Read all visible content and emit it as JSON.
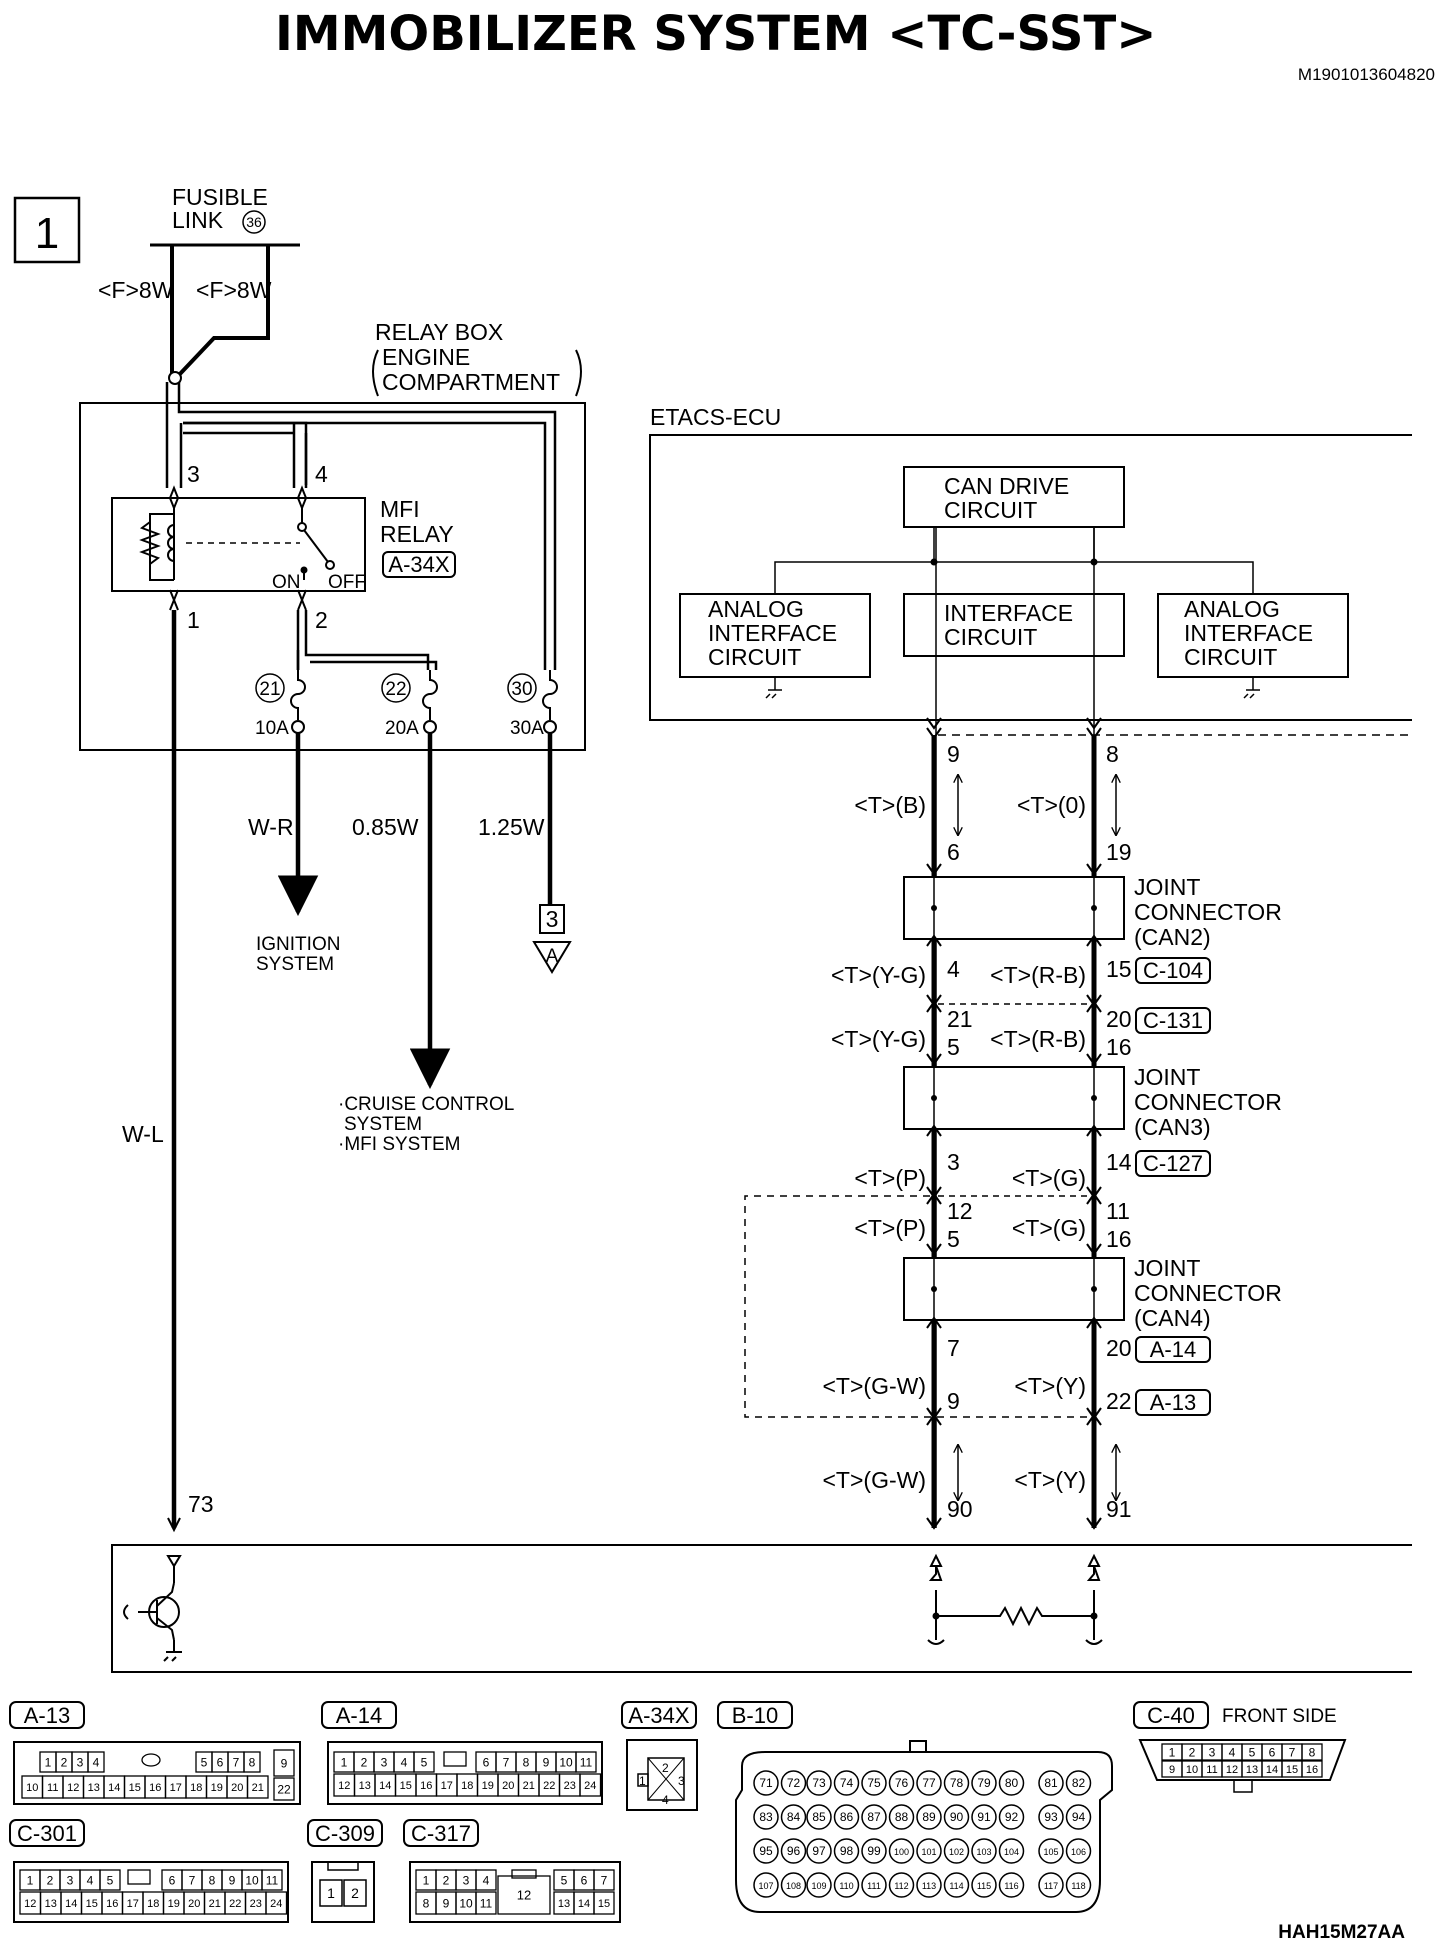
{
  "title": "IMMOBILIZER SYSTEM <TC-SST>",
  "doc_code": "M1901013604820",
  "figure_code": "HAH15M27AA",
  "page_no": "1",
  "fusible_link": {
    "line1": "FUSIBLE",
    "line2": "LINK",
    "num": "36"
  },
  "wires_top": [
    "<F>8W",
    "<F>8W"
  ],
  "relay_box": {
    "line1": "RELAY BOX",
    "line2": "ENGINE",
    "line3": "COMPARTMENT"
  },
  "mfi_relay": {
    "line1": "MFI",
    "line2": "RELAY",
    "conn": "A-34X",
    "on": "ON",
    "off": "OFF",
    "pins": [
      "3",
      "4",
      "1",
      "2"
    ]
  },
  "fuses": [
    {
      "num": "21",
      "amp": "10A",
      "wire": "W-R"
    },
    {
      "num": "22",
      "amp": "20A",
      "wire": "0.85W"
    },
    {
      "num": "30",
      "amp": "30A",
      "wire": "1.25W"
    }
  ],
  "ignition": {
    "line1": "IGNITION",
    "line2": "SYSTEM"
  },
  "cruise": {
    "line1": "·CRUISE CONTROL",
    "line2": "SYSTEM",
    "line3": "·MFI SYSTEM"
  },
  "ref_marker": {
    "num": "3",
    "letter": "A"
  },
  "wl_wire": "W-L",
  "pin73": "73",
  "etacs": {
    "label": "ETACS-ECU",
    "can_drive": {
      "line1": "CAN DRIVE",
      "line2": "CIRCUIT"
    },
    "analog_left": {
      "line1": "ANALOG",
      "line2": "INTERFACE",
      "line3": "CIRCUIT"
    },
    "interface": {
      "line1": "INTERFACE",
      "line2": "CIRCUIT"
    },
    "analog_right": {
      "line1": "ANALOG",
      "line2": "INTERFACE",
      "line3": "CIRCUIT"
    }
  },
  "joint_connectors": [
    {
      "line1": "JOINT",
      "line2": "CONNECTOR",
      "line3": "(CAN2)"
    },
    {
      "line1": "JOINT",
      "line2": "CONNECTOR",
      "line3": "(CAN3)"
    },
    {
      "line1": "JOINT",
      "line2": "CONNECTOR",
      "line3": "(CAN4)"
    }
  ],
  "left_wire_labels": [
    "<T>(B)",
    "<T>(Y-G)",
    "<T>(Y-G)",
    "<T>(P)",
    "<T>(P)",
    "<T>(G-W)",
    "<T>(G-W)"
  ],
  "right_wire_labels": [
    "<T>(0)",
    "<T>(R-B)",
    "<T>(R-B)",
    "<T>(G)",
    "<T>(G)",
    "<T>(Y)",
    "<T>(Y)"
  ],
  "left_pins": [
    "9",
    "6",
    "4",
    "21",
    "5",
    "3",
    "12",
    "5",
    "7",
    "9",
    "90"
  ],
  "right_pins": [
    "8",
    "19",
    "15",
    "20",
    "16",
    "14",
    "11",
    "16",
    "20",
    "22",
    "91"
  ],
  "connector_refs": [
    "C-104",
    "C-131",
    "C-127",
    "A-14",
    "A-13"
  ],
  "connectors": {
    "a13": {
      "name": "A-13",
      "top_a": [
        "1",
        "2",
        "3",
        "4"
      ],
      "top_b": [
        "5",
        "6",
        "7",
        "8"
      ],
      "top_c": "9",
      "bottom": [
        "10",
        "11",
        "12",
        "13",
        "14",
        "15",
        "16",
        "17",
        "18",
        "19",
        "20",
        "21"
      ],
      "bottom_last": "22"
    },
    "a14": {
      "name": "A-14",
      "top_a": [
        "1",
        "2",
        "3",
        "4",
        "5"
      ],
      "top_b": [
        "6",
        "7",
        "8",
        "9",
        "10",
        "11"
      ],
      "bottom": [
        "12",
        "13",
        "14",
        "15",
        "16",
        "17",
        "18",
        "19",
        "20",
        "21",
        "22",
        "23",
        "24"
      ]
    },
    "a34x": {
      "name": "A-34X",
      "pins": [
        "1",
        "2",
        "3",
        "4"
      ]
    },
    "b10": {
      "name": "B-10",
      "rows": [
        [
          "71",
          "72",
          "73",
          "74",
          "75",
          "76",
          "77",
          "78",
          "79",
          "80",
          "81",
          "82"
        ],
        [
          "83",
          "84",
          "85",
          "86",
          "87",
          "88",
          "89",
          "90",
          "91",
          "92",
          "93",
          "94"
        ],
        [
          "95",
          "96",
          "97",
          "98",
          "99",
          "100",
          "101",
          "102",
          "103",
          "104",
          "105",
          "106"
        ],
        [
          "107",
          "108",
          "109",
          "110",
          "111",
          "112",
          "113",
          "114",
          "115",
          "116",
          "117",
          "118"
        ]
      ]
    },
    "c40": {
      "name": "C-40",
      "side": "FRONT SIDE",
      "top": [
        "1",
        "2",
        "3",
        "4",
        "5",
        "6",
        "7",
        "8"
      ],
      "bottom": [
        "9",
        "10",
        "11",
        "12",
        "13",
        "14",
        "15",
        "16"
      ]
    },
    "c301": {
      "name": "C-301",
      "top_a": [
        "1",
        "2",
        "3",
        "4",
        "5"
      ],
      "top_b": [
        "6",
        "7",
        "8",
        "9",
        "10",
        "11"
      ],
      "bottom": [
        "12",
        "13",
        "14",
        "15",
        "16",
        "17",
        "18",
        "19",
        "20",
        "21",
        "22",
        "23",
        "24"
      ]
    },
    "c309": {
      "name": "C-309",
      "pins": [
        "1",
        "2"
      ]
    },
    "c317": {
      "name": "C-317",
      "top_a": [
        "1",
        "2",
        "3",
        "4"
      ],
      "top_b": [
        "5",
        "6",
        "7"
      ],
      "mid": "12",
      "bottom_a": [
        "8",
        "9",
        "10",
        "11"
      ],
      "bottom_b": [
        "13",
        "14",
        "15"
      ]
    }
  }
}
